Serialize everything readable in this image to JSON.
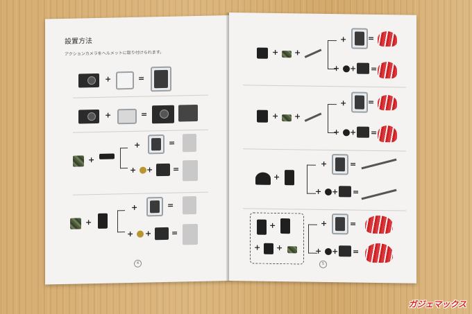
{
  "left_page": {
    "title": "設置方法",
    "subtitle": "アクションカメラをヘルメットに取り付けられます。",
    "page_number": "4"
  },
  "right_page": {
    "page_number": "5"
  },
  "symbols": {
    "plus": "+",
    "equals": "="
  },
  "watermark": "ガジェマックス"
}
